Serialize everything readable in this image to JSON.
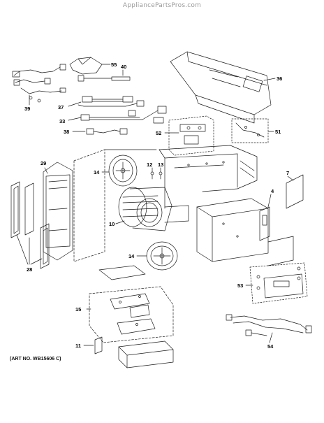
{
  "watermark": "AppliancePartsPros.com",
  "art_number": "(ART NO. WB15606 C)",
  "callouts": {
    "p55": "55",
    "p40": "40",
    "p36": "36",
    "p39": "39",
    "p37": "37",
    "p33": "33",
    "p38": "38",
    "p52": "52",
    "p51": "51",
    "p29": "29",
    "p14a": "14",
    "p12": "12",
    "p13": "13",
    "p7": "7",
    "p4": "4",
    "p10": "10",
    "p14b": "14",
    "p28": "28",
    "p53": "53",
    "p15": "15",
    "p54": "54",
    "p11": "11"
  },
  "colors": {
    "line": "#1a1a1a",
    "callout": "#000000",
    "watermark": "#9a9a9a"
  }
}
